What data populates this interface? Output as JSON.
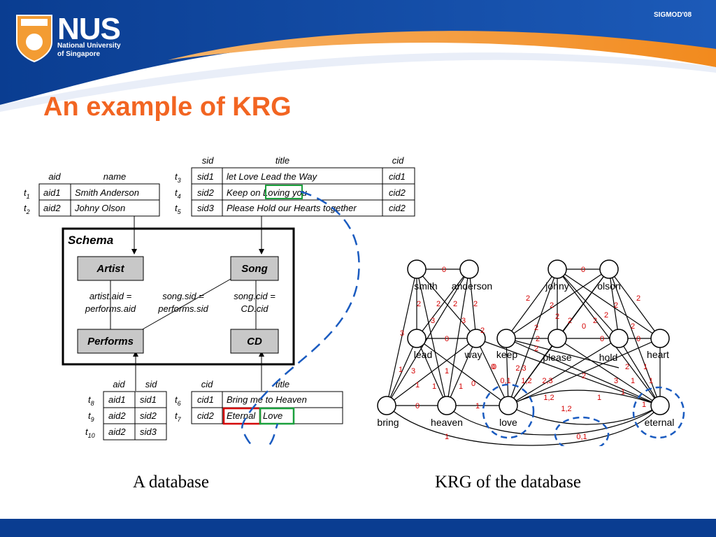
{
  "header": {
    "logo": {
      "name": "NUS",
      "line1": "National University",
      "line2": "of Singapore"
    },
    "conference": "SIGMOD'08"
  },
  "slide": {
    "title": "An example of KRG",
    "caption_left": "A database",
    "caption_right": "KRG of the database"
  },
  "database": {
    "artist_table": {
      "headers": [
        "aid",
        "name"
      ],
      "rows": [
        {
          "tuple": "t",
          "sub": "1",
          "cells": [
            "aid1",
            "Smith Anderson"
          ]
        },
        {
          "tuple": "t",
          "sub": "2",
          "cells": [
            "aid2",
            "Johny Olson"
          ]
        }
      ]
    },
    "song_table": {
      "headers": [
        "sid",
        "title",
        "cid"
      ],
      "rows": [
        {
          "tuple": "t",
          "sub": "3",
          "cells": [
            "sid1",
            "let Love Lead the Way",
            "cid1"
          ]
        },
        {
          "tuple": "t",
          "sub": "4",
          "cells": [
            "sid2",
            "Keep on Loving you",
            "cid2"
          ]
        },
        {
          "tuple": "t",
          "sub": "5",
          "cells": [
            "sid3",
            "Please Hold our Hearts together",
            "cid2"
          ]
        }
      ]
    },
    "performs_table": {
      "headers": [
        "aid",
        "sid"
      ],
      "rows": [
        {
          "tuple": "t",
          "sub": "8",
          "cells": [
            "aid1",
            "sid1"
          ]
        },
        {
          "tuple": "t",
          "sub": "9",
          "cells": [
            "aid2",
            "sid2"
          ]
        },
        {
          "tuple": "t",
          "sub": "10",
          "cells": [
            "aid2",
            "sid3"
          ]
        }
      ]
    },
    "cd_table": {
      "headers": [
        "cid",
        "title"
      ],
      "rows": [
        {
          "tuple": "t",
          "sub": "6",
          "cells": [
            "cid1",
            "Bring me to Heaven"
          ]
        },
        {
          "tuple": "t",
          "sub": "7",
          "cells": [
            "cid2",
            "Eternal",
            "Love"
          ]
        }
      ]
    },
    "schema": {
      "label": "Schema",
      "entities": [
        "Artist",
        "Song",
        "Performs",
        "CD"
      ],
      "joins": [
        [
          "artist.aid =",
          "performs.aid"
        ],
        [
          "song.sid =",
          "performs.sid"
        ],
        [
          "song.cid =",
          "CD.cid"
        ]
      ]
    },
    "highlight_colors": {
      "green": "#1a9f3c",
      "red": "#d40000",
      "dash": "#1a5bc0"
    }
  },
  "krg": {
    "nodes": [
      "smith",
      "anderson",
      "johny",
      "olson",
      "lead",
      "way",
      "keep",
      "please",
      "hold",
      "heart",
      "bring",
      "heaven",
      "love",
      "eternal"
    ],
    "edge_labels": {
      "smith_anderson": "0",
      "johny_olson": "0",
      "lead_way": "0",
      "keep_please": "2",
      "please_hold": "0",
      "hold_heart": "0",
      "bring_heaven": "0",
      "heaven_love": "1",
      "love_eternal_top": "1,2",
      "love_eternal_bottom": "1",
      "love_eternal_circled": "0,1",
      "misc": [
        "2",
        "2",
        "2",
        "2",
        "3",
        "3",
        "2",
        "3",
        "3",
        "1",
        "1",
        "1",
        "1",
        "1",
        "0",
        "0",
        "2",
        "2",
        "2",
        "2",
        "2",
        "2",
        "2",
        "2",
        "2",
        "2",
        "0",
        "2",
        "2",
        "3",
        "1",
        "1",
        "1",
        "2,3",
        "0,1",
        "1,2",
        "2,3",
        "1,2",
        "2",
        "1",
        "1",
        "0",
        "1"
      ]
    }
  }
}
